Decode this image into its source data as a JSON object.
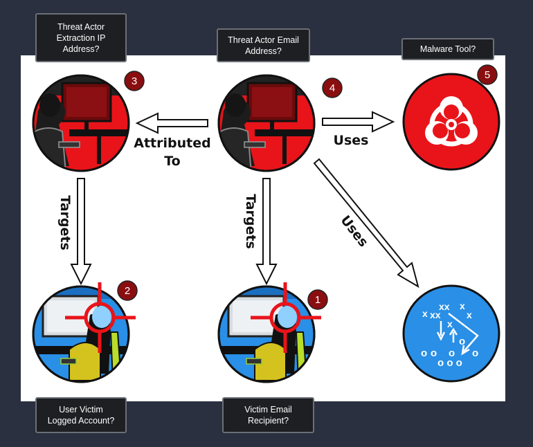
{
  "nodes": {
    "n1": {
      "label": "Victim Email\nRecipient?",
      "number": "1"
    },
    "n2": {
      "label": "User Victim\nLogged Account?",
      "number": "2"
    },
    "n3": {
      "label": "Threat Actor\nExtraction IP\nAddress?",
      "number": "3"
    },
    "n4": {
      "label": "Threat Actor Email\nAddress?",
      "number": "4"
    },
    "n5": {
      "label": "Malware Tool?",
      "number": "5"
    }
  },
  "edges": {
    "attributed_to": "Attributed\nTo",
    "uses_malware": "Uses",
    "uses_tactics": "Uses",
    "targets_left": "Targets",
    "targets_center": "Targets"
  },
  "playbook_marks": {
    "x": "x",
    "xx": "xx",
    "o": "o",
    "ooo": "o o o"
  },
  "colors": {
    "actor_red": "#e8141a",
    "victim_blue": "#2a8fe6",
    "badge": "#8a0e10",
    "label_bg": "#1e1f22"
  },
  "icons": {
    "actor": "hacker-at-monitor-icon",
    "victim": "crosshair-target-icon",
    "malware": "biohazard-icon",
    "tactics": "playbook-diagram-icon"
  }
}
